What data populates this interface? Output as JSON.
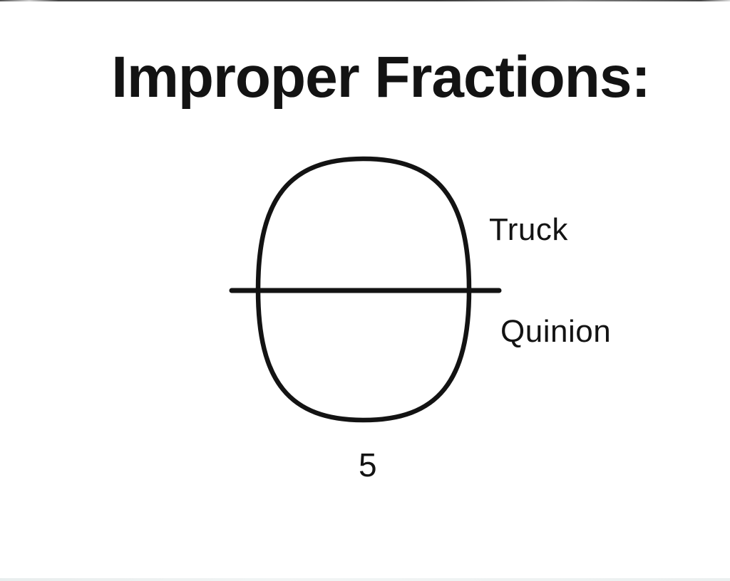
{
  "page": {
    "title": "Improper Fractions:",
    "background_color": "#ffffff",
    "ink_color": "#131313"
  },
  "diagram": {
    "upper_label": "Truck",
    "lower_label": "Quinion",
    "bottom_value": "5"
  }
}
